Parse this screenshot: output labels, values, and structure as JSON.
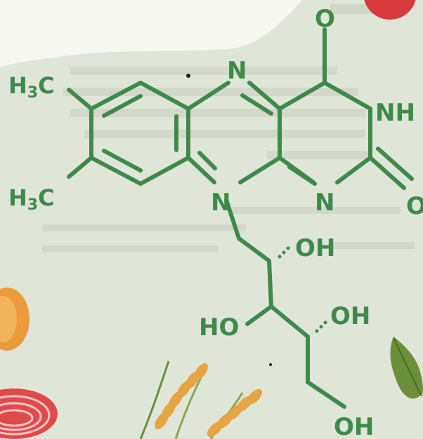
{
  "colors": {
    "background": "#dfe6d8",
    "structure": "#3f8a4a",
    "paper_white": "#f7f8f2",
    "accent_red": "#d73a3a",
    "accent_orange": "#eb9a3c",
    "wheat": "#e6a545",
    "leaf_green": "#6b8f3a"
  },
  "molecule": {
    "labels": {
      "methyl_top": "H3C",
      "methyl_bottom": "H3C",
      "n_top": "N",
      "n_left": "N",
      "n_right": "N",
      "nh": "NH",
      "o_top": "O",
      "o_right": "O",
      "oh_1": "OH",
      "ho_2": "HO",
      "oh_3": "OH",
      "oh_4": "OH"
    }
  },
  "icons": {
    "decor_top_right": "red-circle-icon",
    "decor_left": "orange-slice-icon",
    "decor_bottom_left": "onion-ring-icon",
    "decor_bottom_center": "wheat-ears-icon",
    "decor_bottom_right": "leaf-icon"
  }
}
